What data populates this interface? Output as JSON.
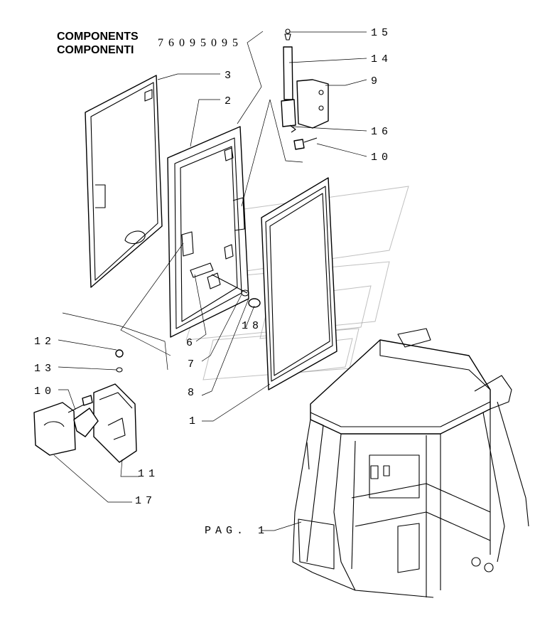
{
  "header": {
    "line1": "COMPONENTS",
    "line2": "COMPONENTI",
    "code": "76095095"
  },
  "callouts": [
    {
      "id": "c15",
      "label": "15"
    },
    {
      "id": "c14",
      "label": "14"
    },
    {
      "id": "c9",
      "label": "9"
    },
    {
      "id": "c16",
      "label": "16"
    },
    {
      "id": "c10a",
      "label": "10"
    },
    {
      "id": "c3",
      "label": "3"
    },
    {
      "id": "c2",
      "label": "2"
    },
    {
      "id": "c18",
      "label": "18"
    },
    {
      "id": "c6",
      "label": "6"
    },
    {
      "id": "c7",
      "label": "7"
    },
    {
      "id": "c8",
      "label": "8"
    },
    {
      "id": "c1",
      "label": "1"
    },
    {
      "id": "c12",
      "label": "12"
    },
    {
      "id": "c13",
      "label": "13"
    },
    {
      "id": "c10b",
      "label": "10"
    },
    {
      "id": "c11",
      "label": "11"
    },
    {
      "id": "c17",
      "label": "17"
    }
  ],
  "page_ref": "PAG. 1"
}
